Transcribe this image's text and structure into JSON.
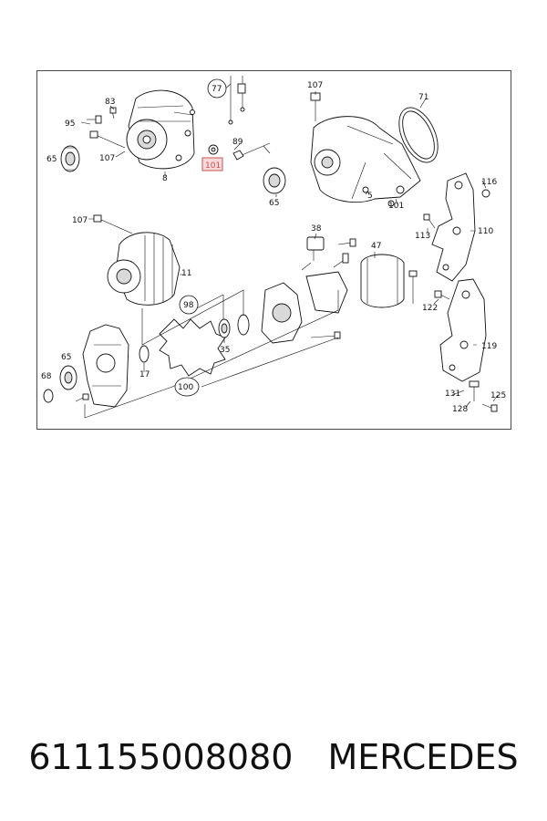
{
  "diagram": {
    "labels": {
      "l83": "83",
      "l95": "95",
      "l65a": "65",
      "l107a": "107",
      "l8": "8",
      "l77": "77",
      "l101a": "101",
      "l89": "89",
      "l65b": "65",
      "l107b": "107",
      "l71": "71",
      "l5": "5",
      "l101b": "101",
      "l116": "116",
      "l110": "110",
      "l113": "113",
      "l107c": "107",
      "l11": "11",
      "l38": "38",
      "l47": "47",
      "l98": "98",
      "l35": "35",
      "l17": "17",
      "l65c": "65",
      "l68": "68",
      "l100": "100",
      "l122": "122",
      "l119": "119",
      "l131": "131",
      "l125": "125",
      "l128": "128"
    },
    "highlight_color": "#d0504f"
  },
  "caption": {
    "part_number": "611155008080",
    "brand": "MERCEDES"
  }
}
